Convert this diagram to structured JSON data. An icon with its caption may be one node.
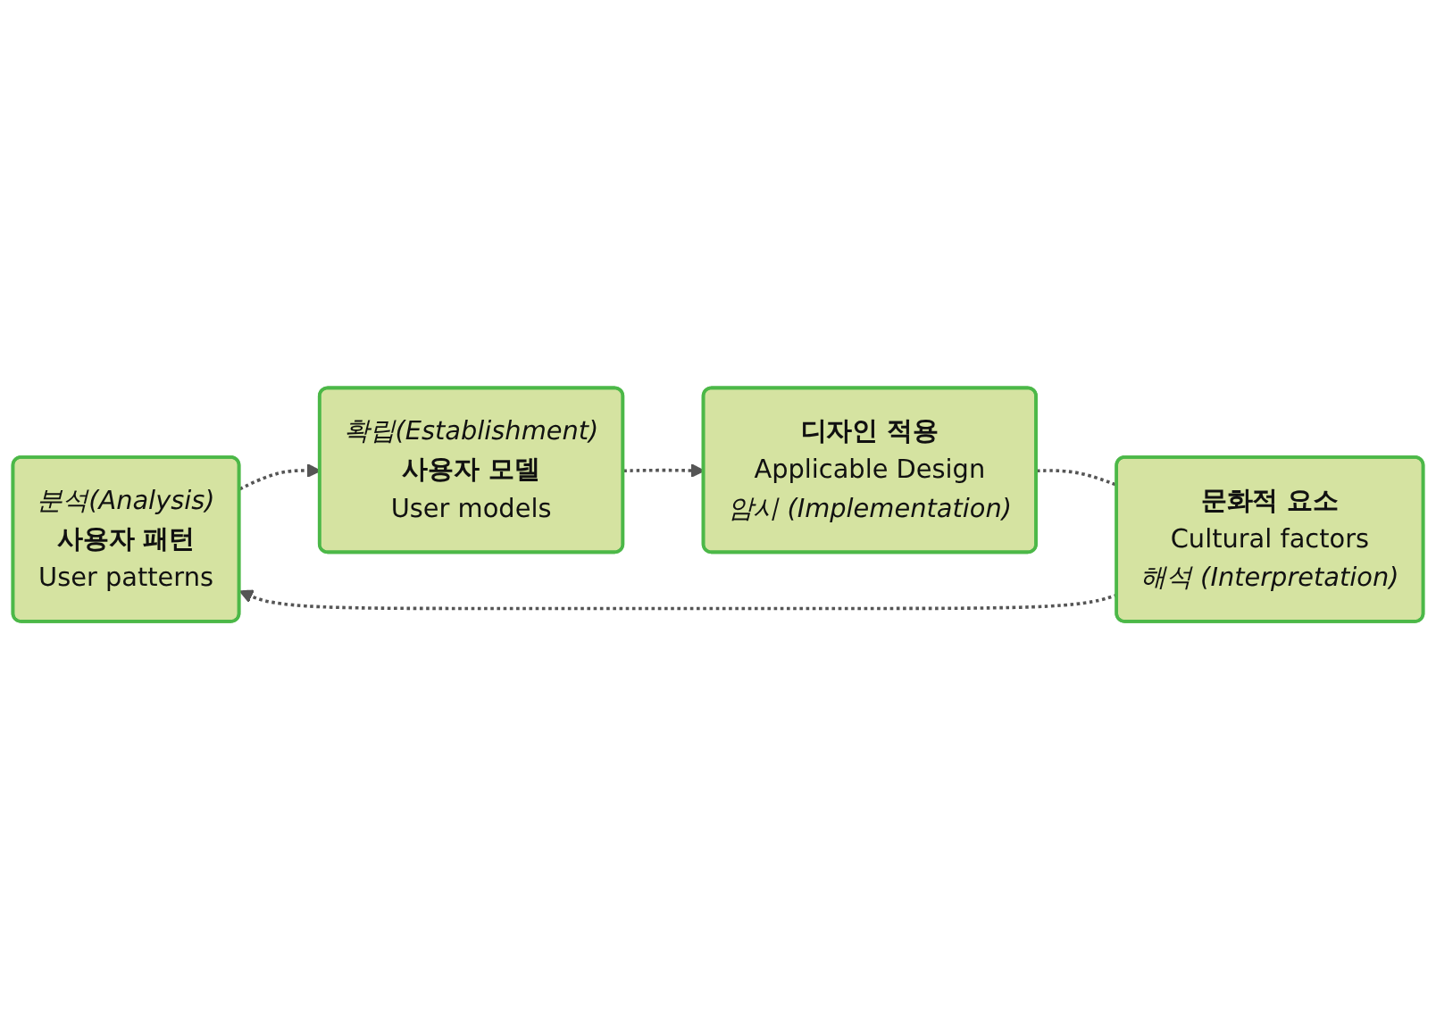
{
  "diagram": {
    "nodes": [
      {
        "text": [
          "분석(Analysis)",
          "사용자 패턴",
          "User patterns"
        ]
      },
      {
        "text": [
          "확립(Establishment)",
          "사용자 모델",
          "User models"
        ]
      },
      {
        "text": [
          "문화적 요소",
          "Cultural factors",
          "해석 (Interpretation)"
        ]
      },
      {
        "text": [
          "디자인 적용",
          "Applicable Design",
          "암시 (Implementation)"
        ]
      }
    ],
    "edges": [
      {
        "from": 0,
        "to": 1,
        "arrow": "to",
        "style": "dashed"
      },
      {
        "from": 1,
        "to": 3,
        "arrow": "to",
        "style": "dashed"
      },
      {
        "from": 3,
        "to": 2,
        "arrow": "none",
        "style": "dashed"
      },
      {
        "from": 2,
        "to": 0,
        "arrow": "to",
        "style": "dashed"
      }
    ]
  }
}
